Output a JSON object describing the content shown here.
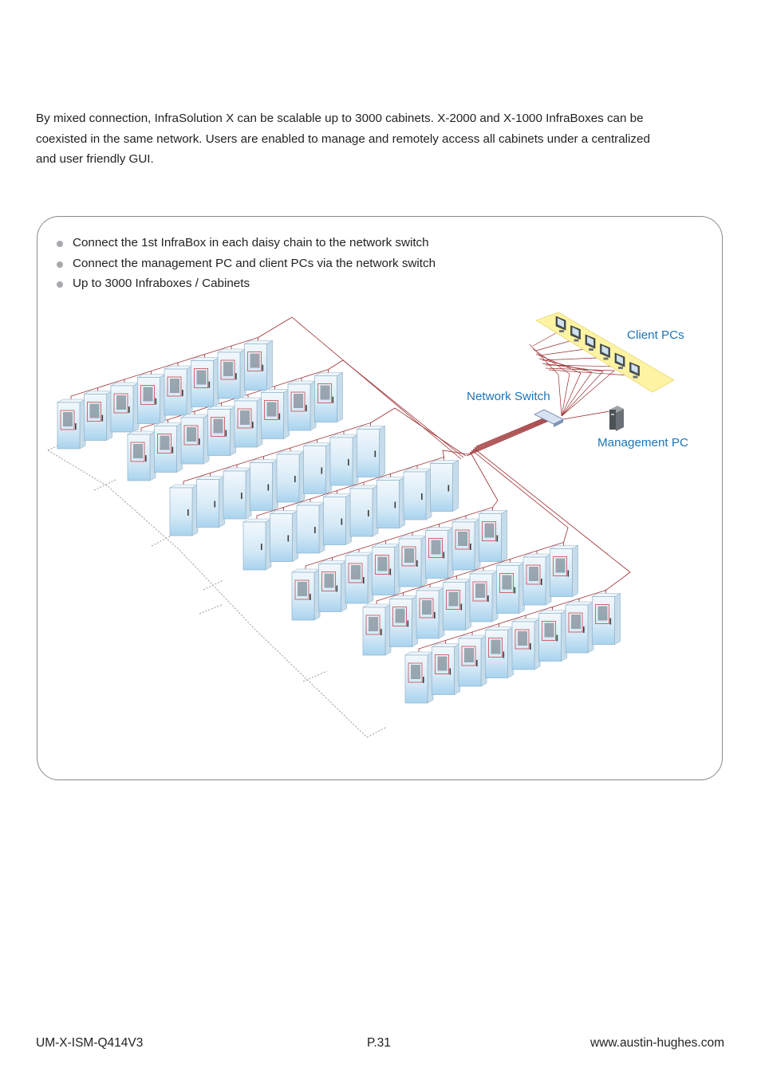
{
  "intro": {
    "line1": "By mixed connection, InfraSolution X can be scalable up to 3000 cabinets.  X-2000 and X-1000 InfraBoxes can be",
    "line2": "coexisted in the same network.  Users are enabled to manage and remotely access all cabinets under a centralized",
    "line3": "and user friendly GUI."
  },
  "bullets": [
    "Connect the 1st InfraBox in each daisy chain to the network switch",
    "Connect the management PC and client PCs via the network switch",
    "Up to 3000 Infraboxes / Cabinets"
  ],
  "diagram": {
    "labels": {
      "client_pcs": "Client PCs",
      "network_switch": "Network Switch",
      "management_pc": "Management PC"
    },
    "colors": {
      "label": "#1b75bb",
      "cable": "#9b2d30",
      "cabinet": "#a9d3ee",
      "desk": "#fdf3a3"
    }
  },
  "footer": {
    "doc_code": "UM-X-ISM-Q414V3",
    "page": "P.31",
    "website": "www.austin-hughes.com"
  }
}
